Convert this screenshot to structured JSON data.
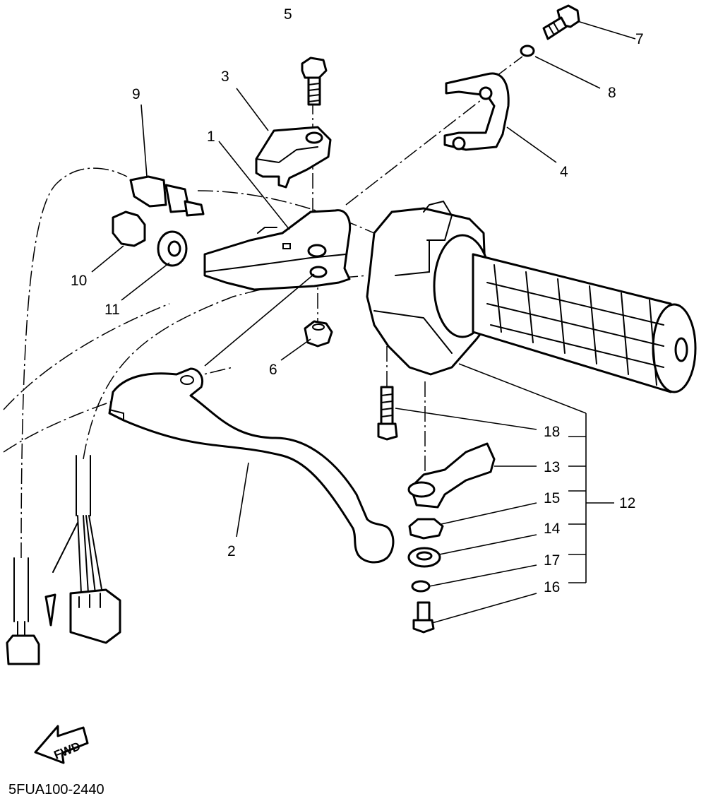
{
  "diagram": {
    "drawing_code": "5FUA100-2440",
    "direction_label": "FWD",
    "callouts": [
      "1",
      "2",
      "3",
      "4",
      "5",
      "6",
      "7",
      "8",
      "9",
      "10",
      "11",
      "12",
      "13",
      "14",
      "15",
      "16",
      "17",
      "18"
    ]
  }
}
